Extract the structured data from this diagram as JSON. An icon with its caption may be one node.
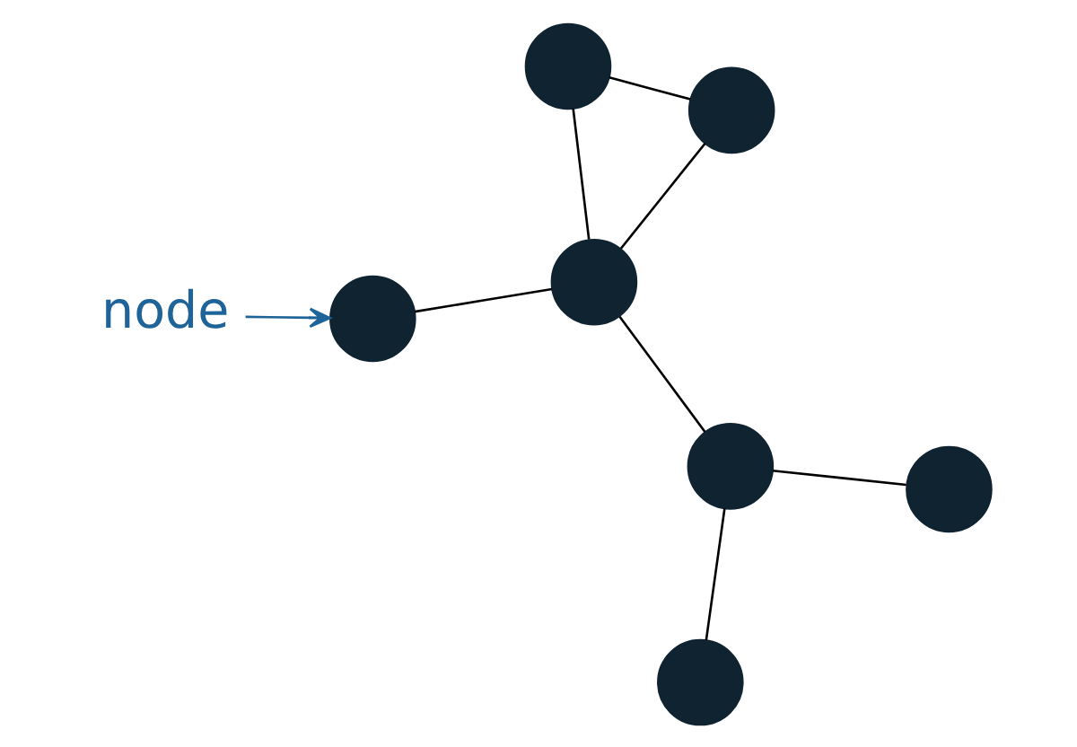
{
  "diagram": {
    "nodes": [
      {
        "text": [],
        "shape": "circle"
      },
      {
        "text": [],
        "shape": "circle"
      },
      {
        "text": [],
        "shape": "circle"
      },
      {
        "text": [],
        "shape": "circle"
      },
      {
        "text": [],
        "shape": "circle"
      },
      {
        "text": [
          "node"
        ]
      },
      {
        "text": [],
        "shape": "circle"
      },
      {
        "text": [],
        "shape": "circle"
      }
    ],
    "edges": [
      {
        "from": 0,
        "to": 1,
        "arrow": "none"
      },
      {
        "from": 0,
        "to": 3,
        "arrow": "none"
      },
      {
        "from": 1,
        "to": 3,
        "arrow": "none"
      },
      {
        "from": 3,
        "to": 4,
        "arrow": "none"
      },
      {
        "from": 4,
        "to": 2,
        "arrow": "none"
      },
      {
        "from": 3,
        "to": 6,
        "arrow": "none"
      },
      {
        "from": 4,
        "to": 7,
        "arrow": "none"
      },
      {
        "from": 5,
        "to": 6,
        "arrow": "to",
        "color": "#1f6499"
      }
    ]
  }
}
